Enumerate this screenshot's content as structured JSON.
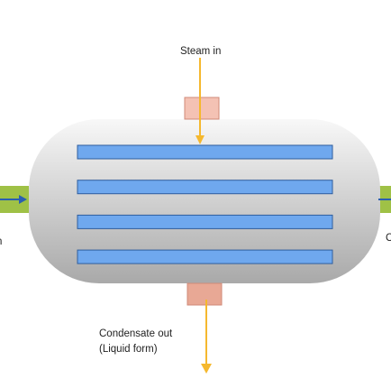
{
  "labels": {
    "steam_in": "Steam in",
    "condensate_out_line1": "Condensate out",
    "condensate_out_line2": "(Liquid form)",
    "left_edge_fragment": "n",
    "right_edge_fragment": "C"
  },
  "tubes": {
    "count": 4
  },
  "colors": {
    "vessel_light": "#f8f8f8",
    "vessel_mid": "#d4d4d4",
    "vessel_dark": "#a9a9a9",
    "tube_fill": "#6fa8ee",
    "tube_stroke": "#2f5e9e",
    "nozzle_fill": "#f4c2b4",
    "nozzle_stroke": "#d08a78",
    "condensate_nozzle_fill": "#e8a895",
    "pipe_fill": "#9fc146",
    "pipe_arrow": "#2a5fb0",
    "steam_arrow": "#f5b82e"
  }
}
